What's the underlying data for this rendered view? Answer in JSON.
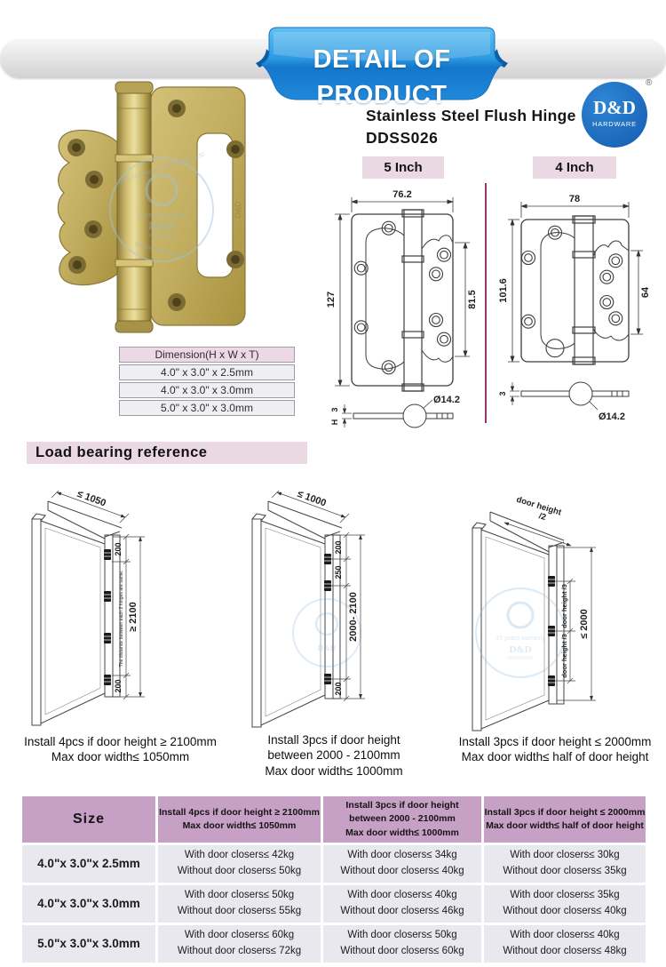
{
  "banner": {
    "title": "DETAIL OF PRODUCT"
  },
  "header": {
    "title_line1": "Stainless Steel Flush Hinge",
    "title_line2": "DDSS026",
    "logo": {
      "name": "D&D",
      "subtitle": "HARDWARE",
      "registered": "®"
    }
  },
  "variant_labels": {
    "five_inch": "5 Inch",
    "four_inch": "4 Inch"
  },
  "drawing_5": {
    "width": "76.2",
    "height": "127",
    "flap_height": "81.5",
    "thickness": "3",
    "thickness_letter": "H",
    "knuckle_dia": "Ø14.2"
  },
  "drawing_4": {
    "width": "78",
    "height": "101.6",
    "flap_height": "64",
    "thickness": "3",
    "knuckle_dia": "Ø14.2"
  },
  "dimension_table": {
    "header": "Dimension(H x W x T)",
    "rows": [
      "4.0\" x 3.0\" x 2.5mm",
      "4.0\" x 3.0\" x 3.0mm",
      "5.0\" x 3.0\" x 3.0mm"
    ]
  },
  "load_bearing": {
    "heading": "Load bearing reference",
    "diagram1": {
      "top_dim": "≤ 1050",
      "dim_top": "200",
      "dim_mid": "≥ 2100",
      "dim_bottom": "200",
      "note": "The distance between each 2 hinges are same.",
      "caption_line1": "Install 4pcs if door height ≥ 2100mm",
      "caption_line2": "Max door width≤ 1050mm"
    },
    "diagram2": {
      "top_dim": "≤ 1000",
      "dim_top": "200",
      "dim_second": "250",
      "dim_mid": "2000- 2100",
      "dim_bottom": "200",
      "caption_line1": "Install 3pcs if door height",
      "caption_line2": "between 2000 - 2100mm",
      "caption_line3": "Max door width≤ 1000mm"
    },
    "diagram3": {
      "top_dim_line1": "door height",
      "top_dim_line2": "/2",
      "dim_third1": "door height /3",
      "dim_third2": "door height /3",
      "dim_total": "≤ 2000",
      "caption_line1": "Install 3pcs if door height ≤ 2000mm",
      "caption_line2": "Max door width≤ half of door height"
    }
  },
  "size_table": {
    "headers": {
      "size": "Size",
      "col2_line1": "Install 4pcs if door height ≥ 2100mm",
      "col2_line2": "Max door width≤ 1050mm",
      "col3_line1": "Install 3pcs if door height",
      "col3_line2": "between 2000 - 2100mm",
      "col3_line3": "Max door width≤ 1000mm",
      "col4_line1": "Install 3pcs if door height ≤ 2000mm",
      "col4_line2": "Max door width≤ half of door height"
    },
    "rows": [
      {
        "size": "4.0\"x 3.0\"x 2.5mm",
        "c2a": "With door closers≤ 42kg",
        "c2b": "Without door closers≤ 50kg",
        "c3a": "With door closers≤ 34kg",
        "c3b": "Without door closers≤ 40kg",
        "c4a": "With door closers≤ 30kg",
        "c4b": "Without door closers≤ 35kg"
      },
      {
        "size": "4.0\"x 3.0\"x 3.0mm",
        "c2a": "With door closers≤ 50kg",
        "c2b": "Without door closers≤ 55kg",
        "c3a": "With door closers≤ 40kg",
        "c3b": "Without door closers≤ 46kg",
        "c4a": "With door closers≤ 35kg",
        "c4b": "Without door closers≤ 40kg"
      },
      {
        "size": "5.0\"x 3.0\"x 3.0mm",
        "c2a": "With door closers≤ 60kg",
        "c2b": "Without door closers≤ 72kg",
        "c3a": "With door closers≤ 50kg",
        "c3b": "Without door closers≤ 60kg",
        "c4a": "With door closers≤ 40kg",
        "c4b": "Without door closers≤ 48kg"
      }
    ]
  },
  "watermark": {
    "company": "D&D Hardware Industrial Co.,Ltd",
    "warranty": "15 years warranty",
    "name": "D&D",
    "sub": "HARDWARE",
    "manufacturer": "Global Manufacturer"
  },
  "colors": {
    "accent_blue": "#2188d8",
    "label_pink": "#ead9e3",
    "table_header_purple": "#c7a0c5",
    "row_gray": "#e9e8ee",
    "divider_purple": "#93356b",
    "brass": "#c5b065"
  }
}
